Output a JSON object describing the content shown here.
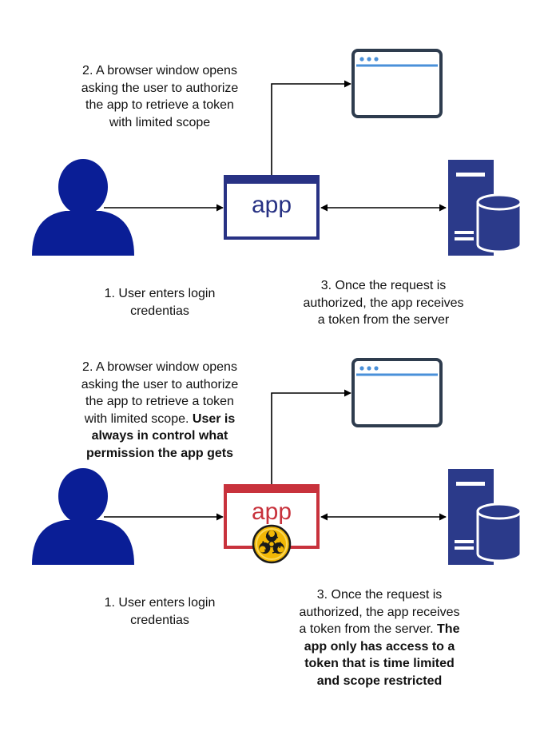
{
  "colors": {
    "navy": "#283284",
    "person": "#0A1E96",
    "server": "#2B3A8A",
    "compromised": "#C8323C",
    "browser_frame": "#2E3C4E",
    "browser_dots": "#4A90D9",
    "arrow": "#000000",
    "biohazard_fill": "#F2B705"
  },
  "icons": {
    "user": "user-icon",
    "browser": "browser-window-icon",
    "server": "server-database-icon",
    "biohazard": "biohazard-icon"
  },
  "top_flow": {
    "app_label": "app",
    "step1": {
      "line1": "1. User enters login",
      "line2": "credentias"
    },
    "step2": {
      "line1": "2. A browser window opens",
      "line2": "asking the user to authorize",
      "line3": "the app to retrieve a token",
      "line4": "with limited scope"
    },
    "step3": {
      "line1": "3. Once the request is",
      "line2": "authorized, the app receives",
      "line3": "a token from the server"
    }
  },
  "bottom_flow": {
    "app_label": "app",
    "step1": {
      "line1": "1. User enters login",
      "line2": "credentias"
    },
    "step2": {
      "line1": "2. A browser window opens",
      "line2": "asking the user to authorize",
      "line3": "the app to retrieve a token",
      "line4_plain": "with limited scope. ",
      "line4_bold": "User is",
      "line5_bold": "always in control what",
      "line6_bold": "permission the app gets"
    },
    "step3": {
      "line1": "3. Once the request is",
      "line2": "authorized, the app receives",
      "line3_plain": "a token from the server. ",
      "line3_bold": "The",
      "line4_bold": "app only has access to a",
      "line5_bold": "token that is time limited",
      "line6_bold": "and scope restricted"
    }
  }
}
